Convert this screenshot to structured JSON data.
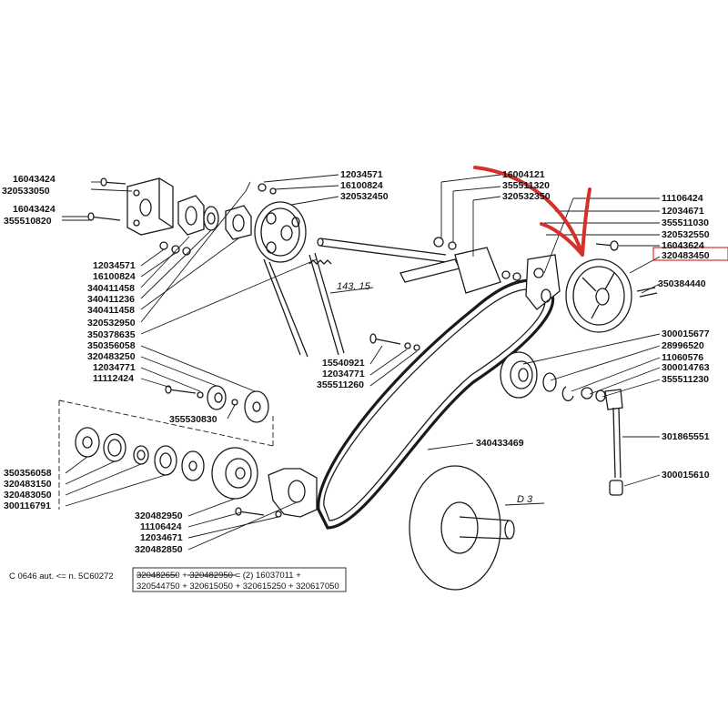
{
  "parts_left_top": [
    "16043424",
    "320533050",
    "16043424",
    "355510820"
  ],
  "parts_left_mid": [
    "12034571",
    "16100824",
    "340411458",
    "340411236",
    "340411458",
    "320532950",
    "350378635",
    "350356058",
    "320483250",
    "12034771",
    "11112424"
  ],
  "part_355530830": "355530830",
  "parts_left_bottom": [
    "350356058",
    "320483150",
    "320483050",
    "300116791"
  ],
  "parts_bottom_center": [
    "320482950",
    "11106424",
    "12034671",
    "320482850"
  ],
  "parts_top_center": [
    "12034571",
    "16100824",
    "320532450"
  ],
  "parts_center": [
    "15540921",
    "12034771",
    "355511260"
  ],
  "parts_top_right_partial": [
    "16004121",
    "355511320",
    "320532350"
  ],
  "parts_right_top": [
    "11106424",
    "12034671",
    "355511030",
    "320532550",
    "16043624"
  ],
  "highlighted_part": "320483450",
  "highlight_color": "#d6302b",
  "arrow_color": "#d6302b",
  "part_350384440": "350384440",
  "parts_right_mid": [
    "300015677",
    "28996520",
    "11060576",
    "300014763",
    "355511230"
  ],
  "part_301865551": "301865551",
  "part_300015610": "300015610",
  "belt_part": "340433469",
  "ref_14315": "143. 15",
  "ref_d3": "D 3",
  "footer_code": "C 0646  aut. <= n. 5C60272",
  "footer_note_line1": "320482650 + 320482950 = (2) 16037011 +",
  "footer_note_line2": "320544750 + 320615050 + 320615250 + 320617050"
}
